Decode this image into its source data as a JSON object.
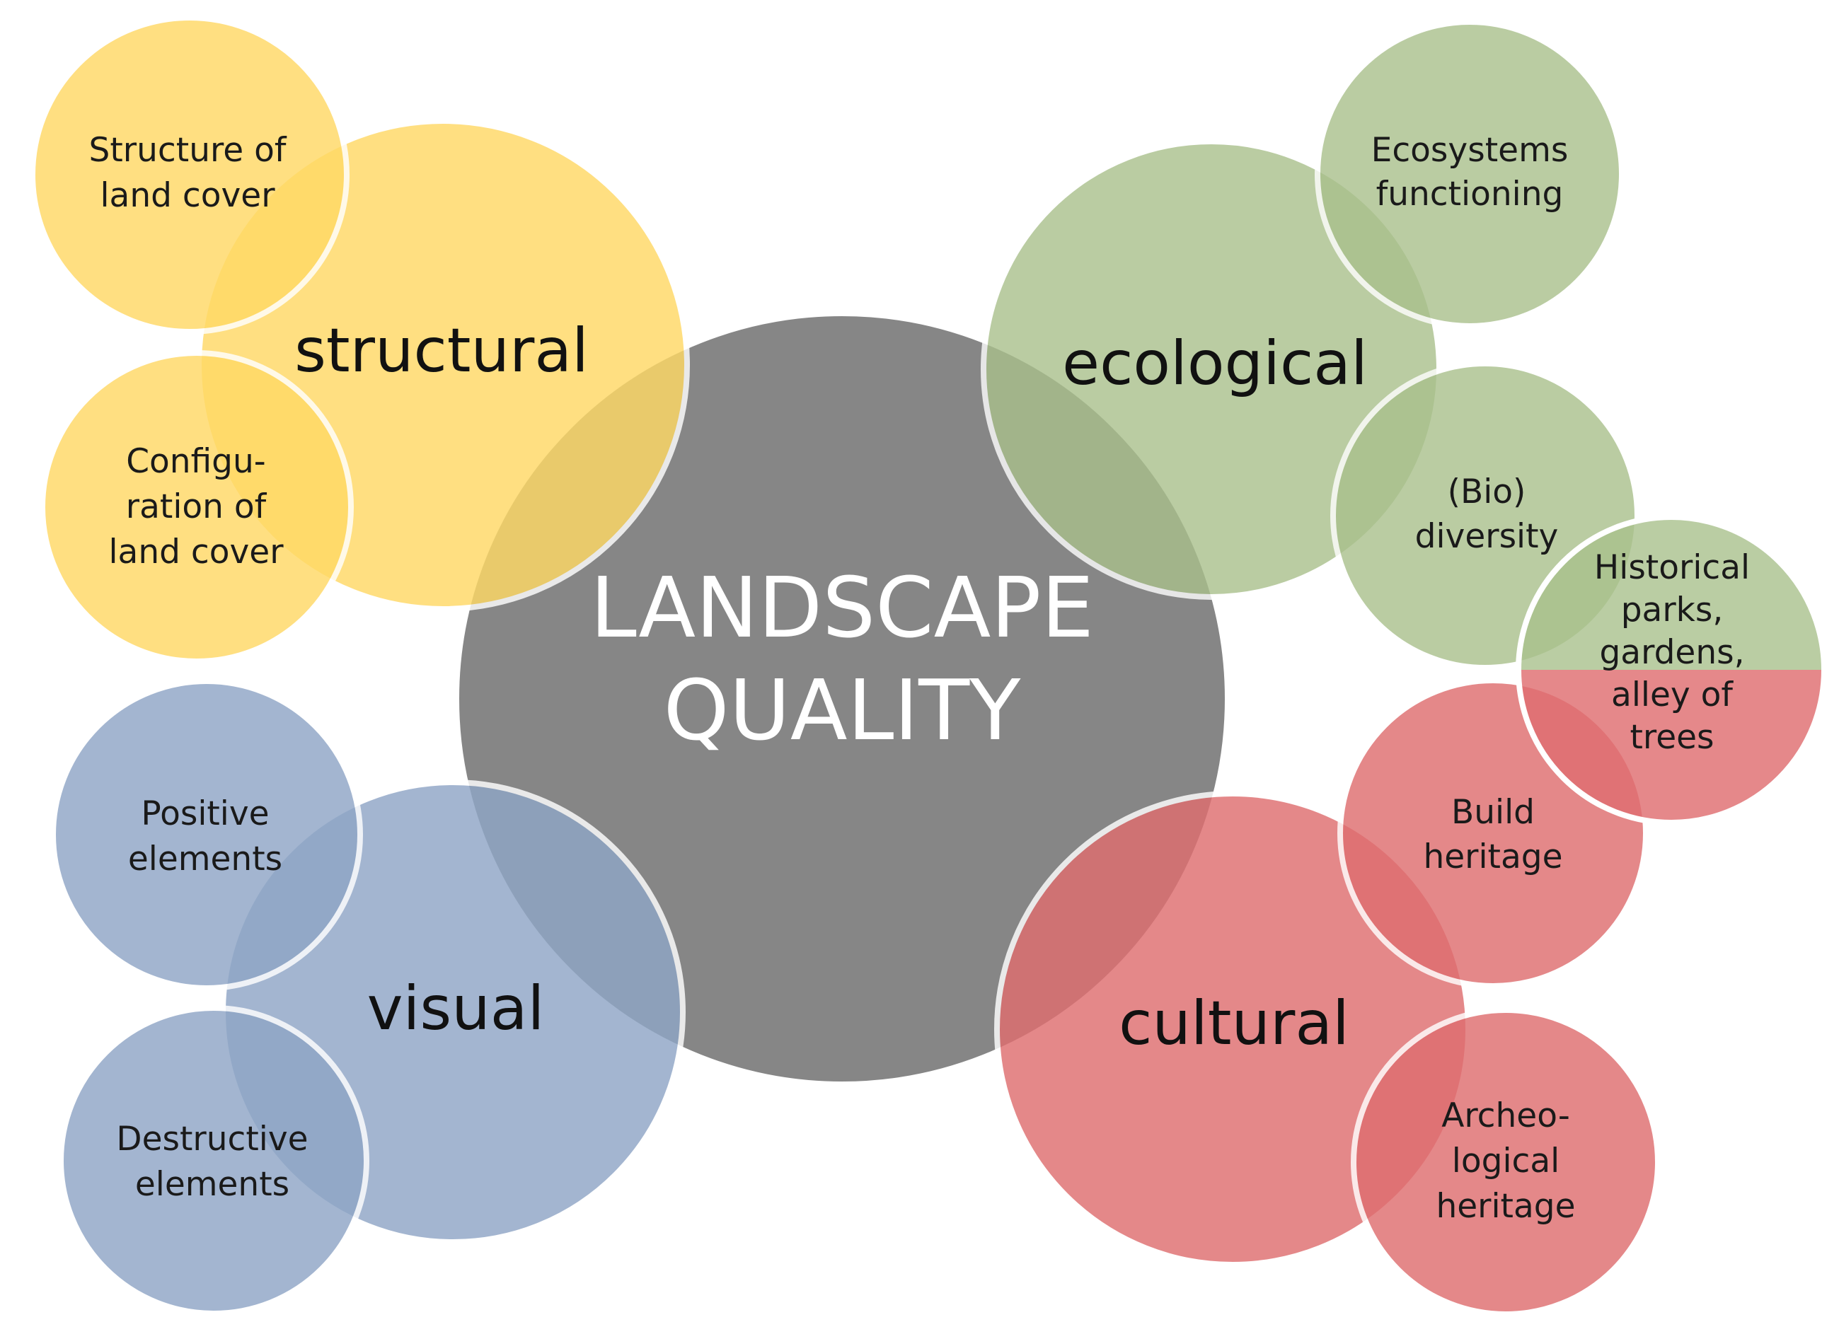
{
  "center": {
    "lines": [
      "LANDSCAPE",
      "QUALITY"
    ],
    "color": "#7F7F7F"
  },
  "categories": {
    "structural": {
      "label": "structural",
      "color": "#FFD966",
      "subs": [
        {
          "lines": [
            "Structure of",
            "land cover"
          ]
        },
        {
          "lines": [
            "Configu-",
            "ration of",
            "land cover"
          ]
        }
      ]
    },
    "ecological": {
      "label": "ecological",
      "color": "#A9C08C",
      "subs": [
        {
          "lines": [
            "Ecosystems",
            "functioning"
          ]
        },
        {
          "lines": [
            "(Bio)",
            "diversity"
          ]
        }
      ]
    },
    "visual": {
      "label": "visual",
      "color": "#8FA6C6",
      "subs": [
        {
          "lines": [
            "Positive",
            "elements"
          ]
        },
        {
          "lines": [
            "Destructive",
            "elements"
          ]
        }
      ]
    },
    "cultural": {
      "label": "cultural",
      "color": "#DF6E70",
      "subs": [
        {
          "lines": [
            "Build",
            "heritage"
          ]
        },
        {
          "lines": [
            "Archeo-",
            "logical",
            "heritage"
          ]
        }
      ]
    }
  },
  "shared": {
    "lines": [
      "Historical",
      "parks,",
      "gardens,",
      "alley of",
      "trees"
    ],
    "top_color": "#A9C08C",
    "bottom_color": "#DF6E70"
  }
}
